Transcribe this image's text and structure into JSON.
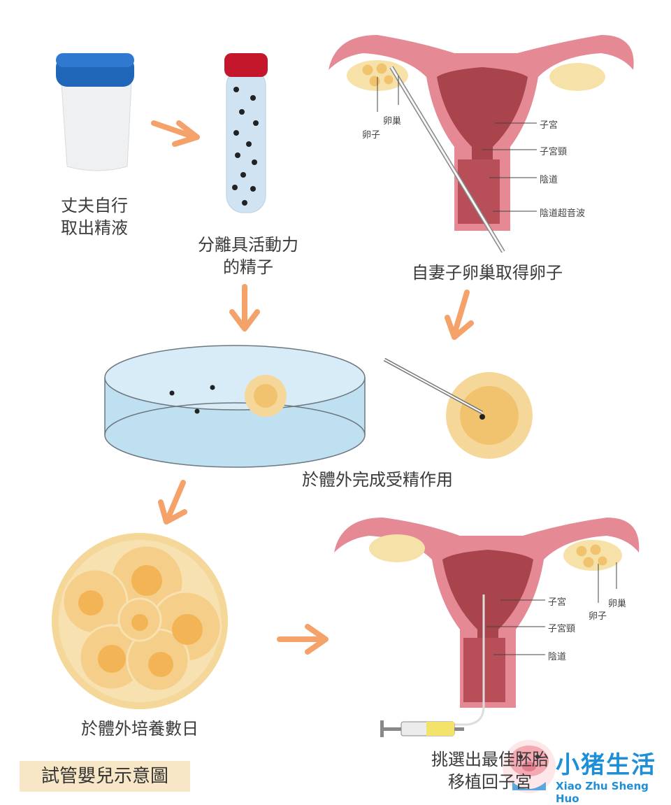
{
  "steps": {
    "husband": "丈夫自行\n取出精液",
    "separate": "分離具活動力\n的精子",
    "retrieve": "自妻子卵巢取得卵子",
    "fertilize": "於體外完成受精作用",
    "culture": "於體外培養數日",
    "transfer": "挑選出最佳胚胎\n移植回子宮"
  },
  "labels_top": {
    "ovary": "卵巢",
    "egg": "卵子",
    "uterus": "子宮",
    "cervix": "子宮頸",
    "vagina": "陰道",
    "ultrasound": "陰道超音波"
  },
  "labels_bottom": {
    "uterus": "子宮",
    "cervix": "子宮頸",
    "vagina": "陰道",
    "ovary": "卵巢",
    "egg": "卵子"
  },
  "title": "試管嬰兒示意圖",
  "brand": {
    "name_cn": "小猪生活",
    "name_en": "Xiao Zhu Sheng Huo"
  },
  "colors": {
    "arrow": "#f4a26a",
    "uterus_outer": "#e58a94",
    "uterus_inner": "#a9444c",
    "egg": "#f2c36f",
    "dish": "#bfe0f0",
    "cap_blue": "#1f65b8",
    "cap_red": "#c4172c"
  }
}
